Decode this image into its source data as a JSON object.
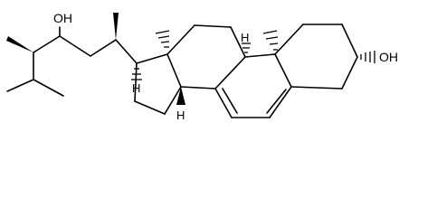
{
  "labels": {
    "side_chain_hydroxyl": "OH",
    "ring_hydroxyl": "OH",
    "hydrogen_c9": "H",
    "hydrogen_c14": "H",
    "hydrogen_c17": "H"
  },
  "colors": {
    "bond": "#000000",
    "background": "#ffffff"
  }
}
